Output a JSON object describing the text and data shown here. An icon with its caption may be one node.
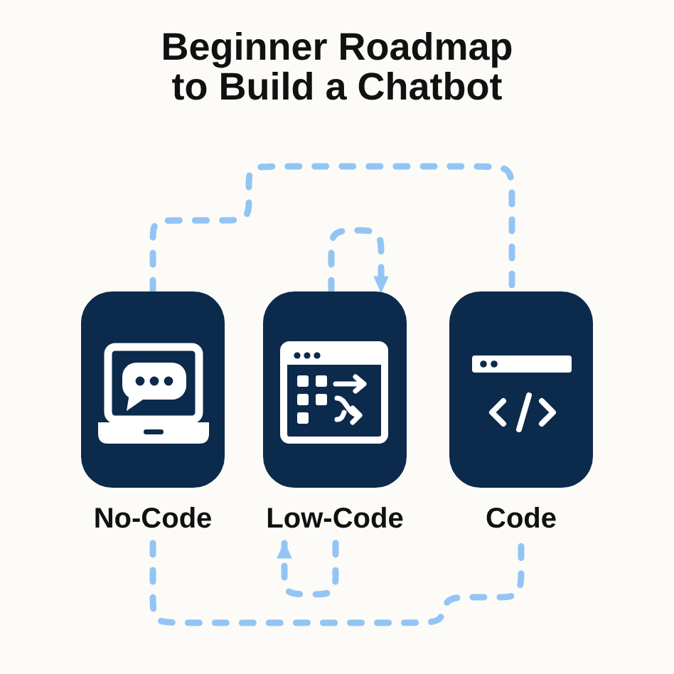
{
  "diagram": {
    "title": "Beginner Roadmap to Build a Chatbot",
    "nodes": [
      {
        "text": [
          "No-Code"
        ]
      },
      {
        "text": [
          "Low-Code"
        ]
      },
      {
        "text": [
          "Code"
        ]
      }
    ],
    "edges": [
      {
        "from": 0,
        "to": 2,
        "arrow": "none",
        "style": "dashed"
      },
      {
        "from": 1,
        "to": 1,
        "arrow": "to",
        "style": "dashed"
      },
      {
        "from": 0,
        "to": 2,
        "arrow": "none",
        "style": "dashed"
      },
      {
        "from": 1,
        "to": 1,
        "arrow": "to",
        "style": "dashed"
      }
    ]
  }
}
